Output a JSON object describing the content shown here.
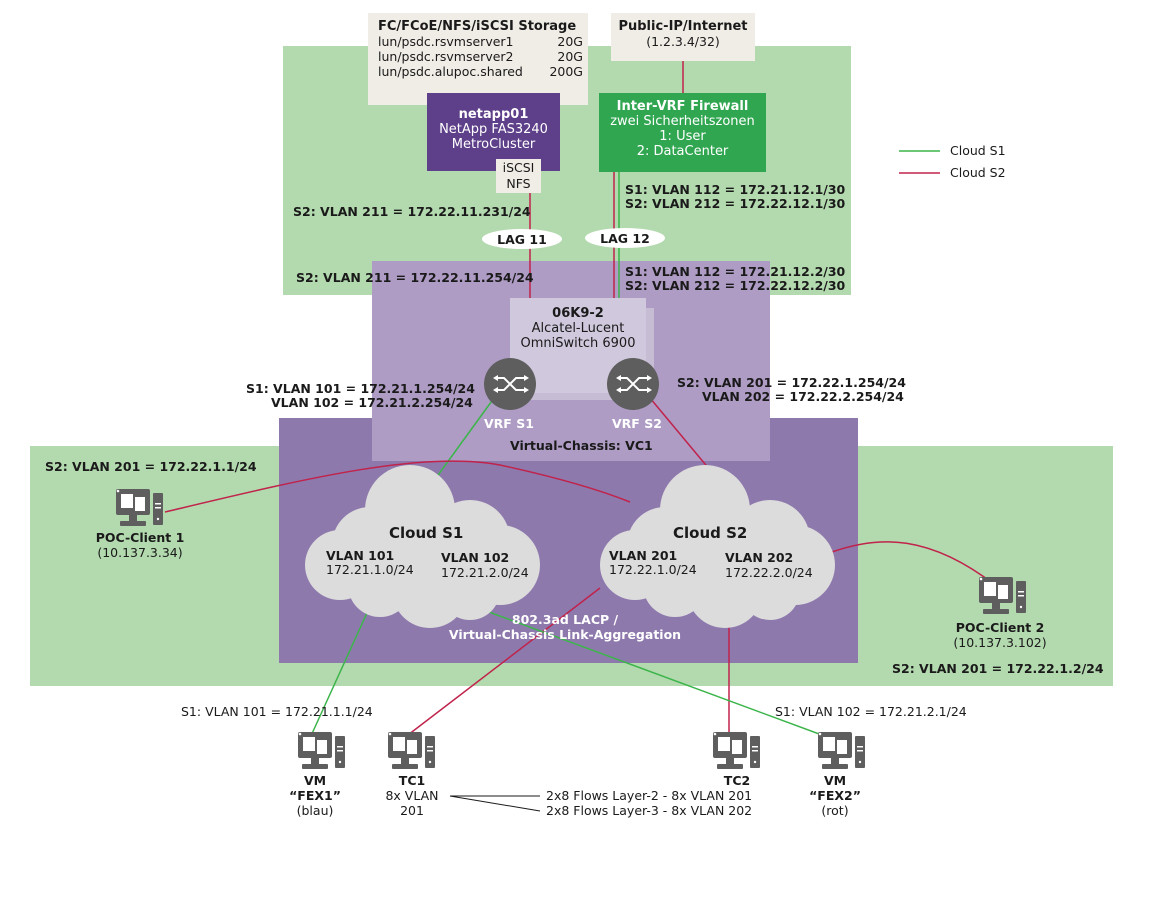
{
  "storage": {
    "title": "FC/FCoE/NFS/iSCSI Storage",
    "luns": [
      {
        "name": "lun/psdc.rsvmserver1",
        "size": "20G"
      },
      {
        "name": "lun/psdc.rsvmserver2",
        "size": "20G"
      },
      {
        "name": "lun/psdc.alupoc.shared",
        "size": "200G"
      }
    ]
  },
  "internet": {
    "title": "Public-IP/Internet",
    "ip": "(1.2.3.4/32)"
  },
  "netapp": {
    "name": "netapp01",
    "model": "NetApp FAS3240",
    "type": "MetroCluster",
    "protocols": [
      "iSCSI",
      "NFS"
    ],
    "ip_label": "S2: VLAN 211 = 172.22.11.231/24"
  },
  "firewall": {
    "title": "Inter-VRF Firewall",
    "subtitle": "zwei Sicherheitszonen",
    "zones": [
      "1: User",
      "2: DataCenter"
    ],
    "ip_labels": [
      "S1: VLAN 112 = 172.21.12.1/30",
      "S2: VLAN 212 = 172.22.12.1/30"
    ]
  },
  "legend": [
    {
      "label": "Cloud S1",
      "color": "#3bb54a"
    },
    {
      "label": "Cloud S2",
      "color": "#c0234b"
    }
  ],
  "lags": [
    "LAG 11",
    "LAG 12"
  ],
  "switch": {
    "name": "06K9-2",
    "vendor": "Alcatel-Lucent",
    "model": "OmniSwitch 6900",
    "vrfs": [
      "VRF S1",
      "VRF S2"
    ],
    "chassis": "Virtual-Chassis: VC1",
    "lag11_ip": "S2: VLAN 211 = 172.22.11.254/24",
    "lag12_ips": [
      "S1: VLAN 112 = 172.21.12.2/30",
      "S2: VLAN 212 = 172.22.12.2/30"
    ],
    "vrf_s1_ips": [
      "S1: VLAN 101 = 172.21.1.254/24",
      "VLAN 102 = 172.21.2.254/24"
    ],
    "vrf_s2_ips": [
      "S2: VLAN 201 = 172.22.1.254/24",
      "VLAN 202 = 172.22.2.254/24"
    ]
  },
  "clouds": [
    {
      "name": "Cloud S1",
      "vlans": [
        {
          "vlan": "VLAN 101",
          "subnet": "172.21.1.0/24"
        },
        {
          "vlan": "VLAN 102",
          "subnet": "172.21.2.0/24"
        }
      ]
    },
    {
      "name": "Cloud S2",
      "vlans": [
        {
          "vlan": "VLAN 201",
          "subnet": "172.22.1.0/24"
        },
        {
          "vlan": "VLAN 202",
          "subnet": "172.22.2.0/24"
        }
      ]
    }
  ],
  "lacp": [
    "802.3ad LACP /",
    "Virtual-Chassis Link-Aggregation"
  ],
  "clients": {
    "poc1": {
      "name": "POC-Client 1",
      "ip": "(10.137.3.34)",
      "vlan_label": "S2: VLAN 201 = 172.22.1.1/24"
    },
    "poc2": {
      "name": "POC-Client 2",
      "ip": "(10.137.3.102)",
      "vlan_label": "S2: VLAN 201 = 172.22.1.2/24"
    },
    "fex1": {
      "line1": "VM",
      "line2": "“FEX1”",
      "line3": "(blau)",
      "vlan_label": "S1: VLAN 101 = 172.21.1.1/24"
    },
    "tc1": {
      "name": "TC1",
      "line2": "8x VLAN",
      "line3": "201"
    },
    "tc2": {
      "name": "TC2"
    },
    "fex2": {
      "line1": "VM",
      "line2": "“FEX2”",
      "line3": "(rot)",
      "vlan_label": "S1: VLAN 102 = 172.21.2.1/24"
    }
  },
  "flows": [
    "2x8 Flows Layer-2 - 8x VLAN 201",
    "2x8 Flows Layer-3 - 8x VLAN 202"
  ]
}
